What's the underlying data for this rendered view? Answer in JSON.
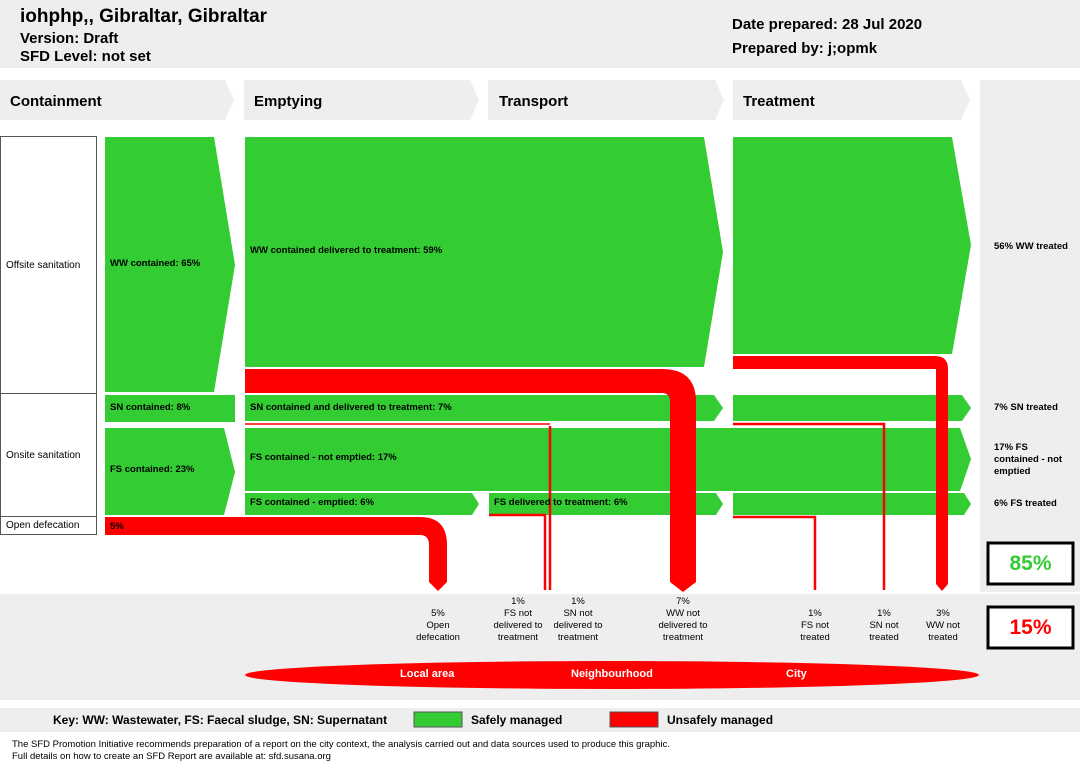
{
  "header": {
    "title": "iohphp,, Gibraltar, Gibraltar",
    "version": "Version: Draft",
    "sfd_level": "SFD Level: not set",
    "date_prepared": "Date prepared: 28 Jul 2020",
    "prepared_by": "Prepared by: j;opmk"
  },
  "stages": [
    "Containment",
    "Emptying",
    "Transport",
    "Treatment"
  ],
  "rows": {
    "offsite": "Offsite sanitation",
    "onsite": "Onsite sanitation",
    "open": "Open defecation"
  },
  "flows": {
    "ww_contained": "WW contained: 65%",
    "ww_delivered": "WW contained delivered to treatment: 59%",
    "sn_contained": "SN contained: 8%",
    "sn_delivered": "SN contained and delivered to treatment: 7%",
    "fs_contained": "FS contained: 23%",
    "fs_not_emptied": "FS contained - not emptied: 17%",
    "fs_emptied": "FS contained - emptied: 6%",
    "fs_delivered": "FS delivered to treatment: 6%",
    "open_def": "5%"
  },
  "outcomes": {
    "ww_treated": "56% WW treated",
    "sn_treated": "7% SN treated",
    "fs_not_emptied": "17% FS contained - not emptied",
    "fs_treated": "6% FS treated"
  },
  "losses": [
    {
      "pct": "5%",
      "label": "Open defecation"
    },
    {
      "pct": "1%",
      "label": "FS not delivered to treatment"
    },
    {
      "pct": "1%",
      "label": "SN not delivered to treatment"
    },
    {
      "pct": "7%",
      "label": "WW not delivered to treatment"
    },
    {
      "pct": "1%",
      "label": "FS not treated"
    },
    {
      "pct": "1%",
      "label": "SN not treated"
    },
    {
      "pct": "3%",
      "label": "WW not treated"
    }
  ],
  "summary": {
    "safe": "85%",
    "unsafe": "15%"
  },
  "areas": [
    "Local area",
    "Neighbourhood",
    "City"
  ],
  "key": {
    "text": "Key: WW: Wastewater, FS: Faecal sludge, SN: Supernatant",
    "safe": "Safely managed",
    "unsafe": "Unsafely managed"
  },
  "footer": {
    "line1": "The SFD Promotion Initiative recommends preparation of a report on the city context, the analysis carried out and data sources used to produce this graphic.",
    "line2": "Full details on how to create an SFD Report are available at: sfd.susana.org"
  },
  "colors": {
    "safe": "#33cc33",
    "unsafe": "#ff0000",
    "panel": "#eeeeee",
    "summary_safe_text": "#33cc33",
    "summary_unsafe_text": "#ff0000"
  }
}
